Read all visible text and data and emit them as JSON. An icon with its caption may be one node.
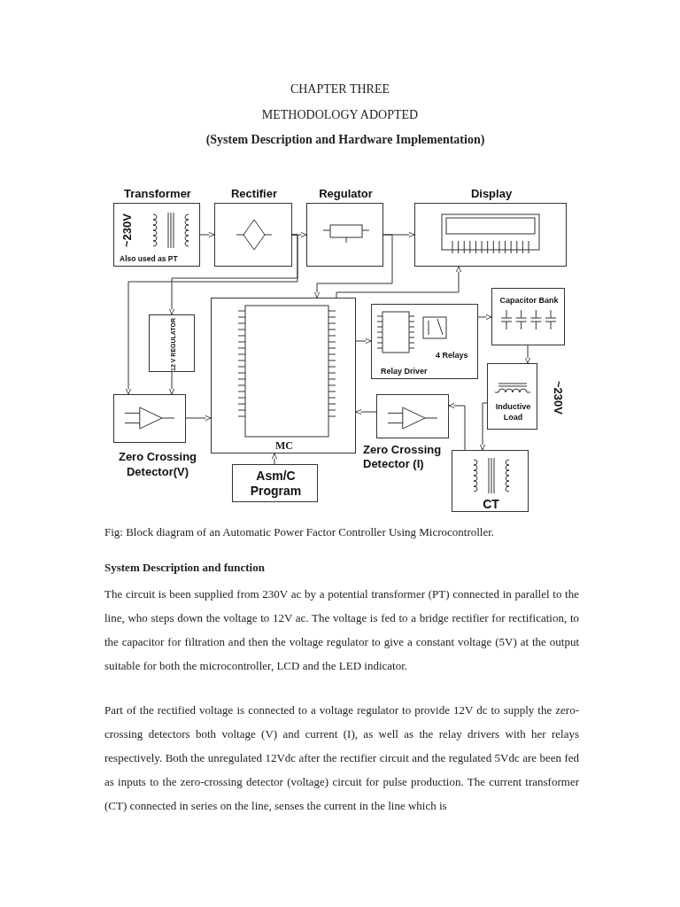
{
  "diagram": {
    "title": "CHAPTER THREE",
    "caption": "Fig: Block diagram of an Automatic Power Factor Controller Using Microcontroller.",
    "nodes": [
      {
        "text": [
          "Transformer",
          "~230V",
          "Also used as PT"
        ]
      },
      {
        "text": [
          "Rectifier"
        ]
      },
      {
        "text": [
          "Regulator"
        ]
      },
      {
        "text": [
          "Display"
        ]
      },
      {
        "text": [
          "12 V REGULATOR"
        ]
      },
      {
        "text": [
          "Zero Crossing Detector(V)"
        ]
      },
      {
        "text": [
          "MC"
        ]
      },
      {
        "text": [
          "Asm/C Program"
        ]
      },
      {
        "text": [
          "4 Relays",
          "Relay Driver"
        ]
      },
      {
        "text": [
          "Capacitor Bank"
        ]
      },
      {
        "text": [
          "Inductive Load"
        ],
        "beside": [
          "~230V"
        ]
      },
      {
        "text": [
          "Zero Crossing Detector (I)"
        ]
      },
      {
        "text": [
          "CT"
        ]
      }
    ],
    "edges": [
      {
        "from": 0,
        "to": 1,
        "arrow": "to"
      },
      {
        "from": 1,
        "to": 2,
        "arrow": "to"
      },
      {
        "from": 2,
        "to": 3,
        "arrow": "to"
      },
      {
        "from": 1,
        "to": 4,
        "arrow": "to"
      },
      {
        "from": 1,
        "to": 5,
        "arrow": "to"
      },
      {
        "from": 4,
        "to": 5,
        "arrow": "to"
      },
      {
        "from": 2,
        "to": 6,
        "arrow": "to"
      },
      {
        "from": 5,
        "to": 6,
        "arrow": "to"
      },
      {
        "from": 7,
        "to": 6,
        "arrow": "to"
      },
      {
        "from": 6,
        "to": 3,
        "arrow": "to"
      },
      {
        "from": 6,
        "to": 8,
        "arrow": "to"
      },
      {
        "from": 8,
        "to": 9,
        "arrow": "to"
      },
      {
        "from": 9,
        "to": 10,
        "arrow": "to"
      },
      {
        "from": 10,
        "to": 12,
        "arrow": "to"
      },
      {
        "from": 12,
        "to": 11,
        "arrow": "to"
      },
      {
        "from": 11,
        "to": 6,
        "arrow": "to"
      }
    ],
    "labels": [
      "METHODOLOGY ADOPTED",
      "(System Description and Hardware Implementation)",
      "System Description and function",
      "The circuit is been supplied from 230V ac by a potential transformer (PT) connected in parallel to the line, who steps down the voltage to 12V ac. The voltage is fed to a bridge rectifier for rectification, to the capacitor for filtration and then the voltage regulator to give a constant voltage (5V) at the output suitable for both the microcontroller, LCD and the LED indicator.",
      "Part of the rectified voltage is connected to a voltage regulator to provide 12V dc to supply the zero-crossing detectors both voltage (V) and current (I), as well as the relay drivers with her relays respectively. Both the unregulated 12Vdc after the rectifier circuit and the regulated 5Vdc are been fed as inputs to the zero-crossing detector (voltage) circuit for pulse production. The current transformer (CT) connected in series on the line, senses the current in the line which is"
    ]
  }
}
